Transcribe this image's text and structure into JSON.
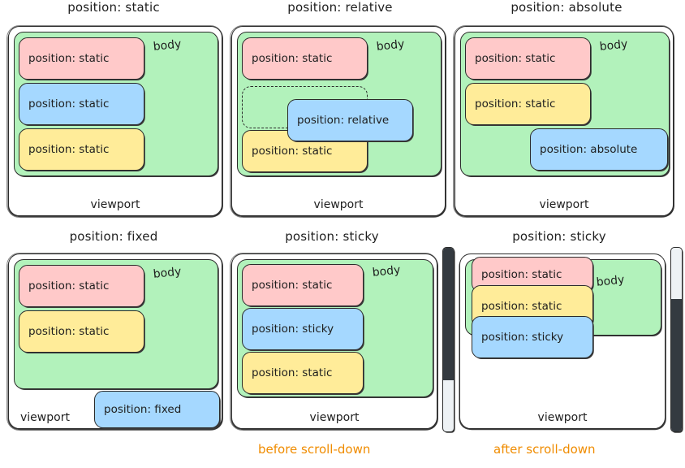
{
  "labels": {
    "viewport": "viewport",
    "body": "body",
    "static": "position: static",
    "relative": "position: relative",
    "absolute": "position: absolute",
    "fixed": "position: fixed",
    "sticky": "position: sticky"
  },
  "colors": {
    "pink": "#ffc9c9",
    "blue": "#a5d8ff",
    "yellow": "#ffec99",
    "green": "#b2f2bb",
    "stroke": "#1e1e1e",
    "caption": "#f08c00",
    "scroll_thumb": "#343a40",
    "scroll_track": "#eef2f5"
  },
  "panels": [
    {
      "title": "position: static",
      "viewport_label": "viewport",
      "body_label": "body",
      "boxes": [
        {
          "label": "position: static",
          "color": "pink"
        },
        {
          "label": "position: static",
          "color": "blue"
        },
        {
          "label": "position: static",
          "color": "yellow"
        }
      ]
    },
    {
      "title": "position: relative",
      "viewport_label": "viewport",
      "body_label": "body",
      "boxes": [
        {
          "label": "position: static",
          "color": "pink"
        },
        {
          "label": "position: relative",
          "color": "blue"
        },
        {
          "label": "position: static",
          "color": "yellow"
        }
      ],
      "has_ghost_outline": true
    },
    {
      "title": "position: absolute",
      "viewport_label": "viewport",
      "body_label": "body",
      "boxes": [
        {
          "label": "position: static",
          "color": "pink"
        },
        {
          "label": "position: static",
          "color": "yellow"
        },
        {
          "label": "position: absolute",
          "color": "blue"
        }
      ]
    },
    {
      "title": "position: fixed",
      "viewport_label": "viewport",
      "body_label": "body",
      "boxes": [
        {
          "label": "position: static",
          "color": "pink"
        },
        {
          "label": "position: static",
          "color": "yellow"
        },
        {
          "label": "position: fixed",
          "color": "blue"
        }
      ]
    },
    {
      "title": "position: sticky",
      "viewport_label": "viewport",
      "body_label": "body",
      "caption": "before scroll-down",
      "scroll_state": "top",
      "boxes": [
        {
          "label": "position: static",
          "color": "pink"
        },
        {
          "label": "position: sticky",
          "color": "blue"
        },
        {
          "label": "position: static",
          "color": "yellow"
        }
      ]
    },
    {
      "title": "position: sticky",
      "viewport_label": "viewport",
      "body_label": "body",
      "caption": "after scroll-down",
      "scroll_state": "bottom",
      "boxes": [
        {
          "label": "position: static",
          "color": "pink"
        },
        {
          "label": "position: static",
          "color": "yellow"
        },
        {
          "label": "position: sticky",
          "color": "blue"
        }
      ]
    }
  ]
}
